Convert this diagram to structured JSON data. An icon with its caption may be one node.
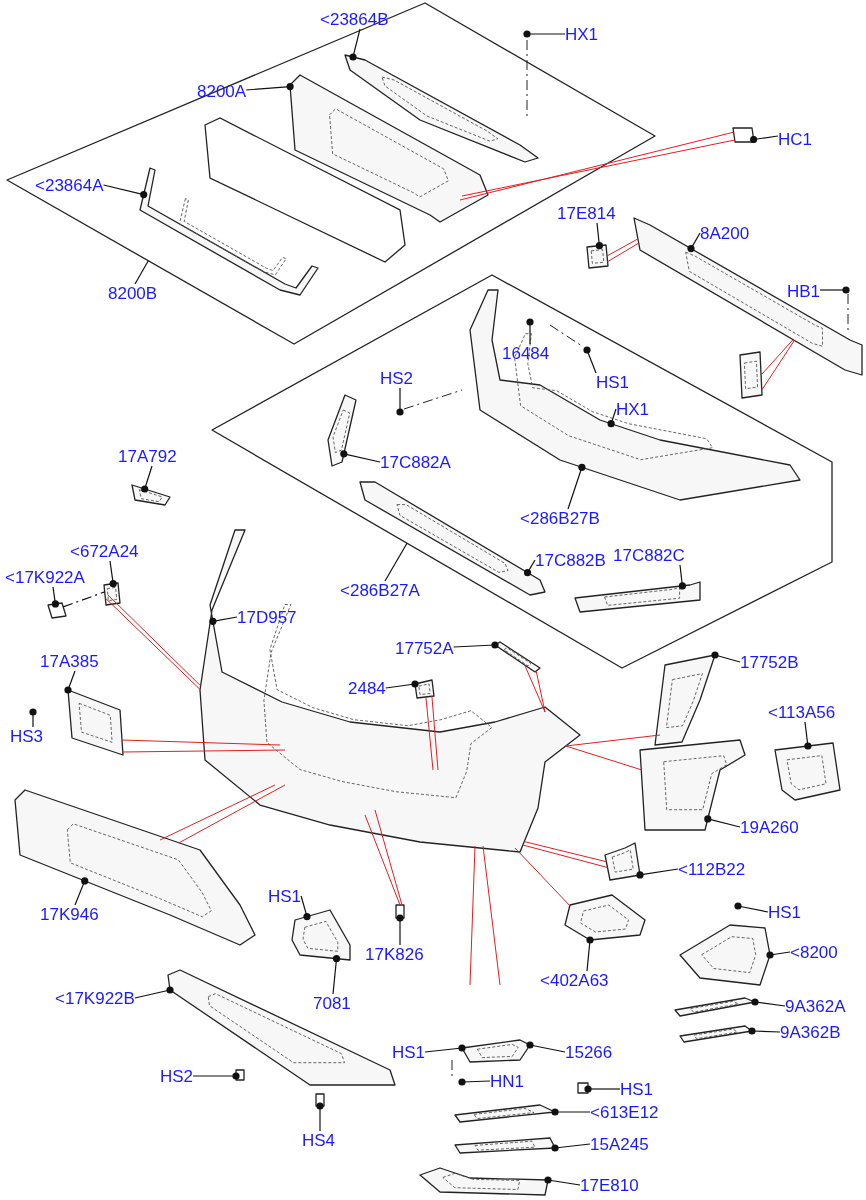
{
  "diagram": {
    "nodes": [
      {
        "text": [],
        "shape": "box"
      },
      {
        "text": [
          "<23864B"
        ]
      },
      {
        "text": [
          "HX1"
        ]
      },
      {
        "text": [
          "8200A"
        ],
        "in": 0
      },
      {
        "text": [
          "HC1"
        ]
      },
      {
        "text": [
          "<23864A"
        ],
        "in": 0
      },
      {
        "text": [
          "8200B"
        ]
      },
      {
        "text": [
          "17E814"
        ]
      },
      {
        "text": [
          "8A200"
        ]
      },
      {
        "text": [
          "HB1"
        ]
      },
      {
        "text": [],
        "shape": "box"
      },
      {
        "text": [
          "16484"
        ],
        "in": 10
      },
      {
        "text": [
          "HS1"
        ],
        "in": 10
      },
      {
        "text": [
          "HS2"
        ],
        "in": 10
      },
      {
        "text": [
          "HX1"
        ],
        "in": 10
      },
      {
        "text": [
          "17C882A"
        ],
        "in": 10
      },
      {
        "text": [
          "<286B27B"
        ],
        "in": 10
      },
      {
        "text": [
          "<286B27A"
        ]
      },
      {
        "text": [
          "17C882B"
        ],
        "in": 10
      },
      {
        "text": [
          "17C882C"
        ],
        "in": 10
      },
      {
        "text": [
          "17A792"
        ]
      },
      {
        "text": [
          "<672A24"
        ]
      },
      {
        "text": [
          "<17K922A"
        ]
      },
      {
        "text": [
          "17D957"
        ]
      },
      {
        "text": [
          "17752A"
        ]
      },
      {
        "text": [
          "17752B"
        ]
      },
      {
        "text": [
          "17A385"
        ]
      },
      {
        "text": [
          "2484"
        ]
      },
      {
        "text": [
          "HS3"
        ]
      },
      {
        "text": [
          "<113A56"
        ]
      },
      {
        "text": [
          "19A260"
        ]
      },
      {
        "text": [
          "<112B22"
        ]
      },
      {
        "text": [
          "17K946"
        ]
      },
      {
        "text": [
          "HS1"
        ]
      },
      {
        "text": [
          "17K826"
        ]
      },
      {
        "text": [
          "HS1"
        ]
      },
      {
        "text": [
          "<8200"
        ]
      },
      {
        "text": [
          "<402A63"
        ]
      },
      {
        "text": [
          "7081"
        ]
      },
      {
        "text": [
          "9A362A"
        ]
      },
      {
        "text": [
          "<17K922B"
        ]
      },
      {
        "text": [
          "9A362B"
        ]
      },
      {
        "text": [
          "HS1"
        ]
      },
      {
        "text": [
          "15266"
        ]
      },
      {
        "text": [
          "HS2"
        ]
      },
      {
        "text": [
          "HN1"
        ]
      },
      {
        "text": [
          "HS1"
        ]
      },
      {
        "text": [
          "<613E12"
        ]
      },
      {
        "text": [
          "15A245"
        ]
      },
      {
        "text": [
          "HS4"
        ]
      },
      {
        "text": [
          "17E810"
        ]
      },
      {
        "text": [],
        "shape": "picture",
        "in": 10
      },
      {
        "text": [],
        "shape": "box"
      },
      {
        "text": [],
        "shape": "box"
      },
      {
        "text": [],
        "shape": "picture"
      },
      {
        "text": [],
        "shape": "picture"
      },
      {
        "text": [],
        "shape": "picture"
      },
      {
        "text": [],
        "shape": "box"
      },
      {
        "text": [],
        "shape": "picture"
      },
      {
        "text": [],
        "shape": "picture",
        "in": 0
      },
      {
        "text": [],
        "shape": "picture",
        "in": 0
      },
      {
        "text": [],
        "shape": "picture",
        "in": 0
      },
      {
        "text": [],
        "shape": "picture"
      },
      {
        "text": [],
        "shape": "picture"
      },
      {
        "text": [],
        "shape": "picture"
      },
      {
        "text": [],
        "shape": "picture",
        "in": 10
      },
      {
        "text": [],
        "shape": "picture",
        "in": 10
      },
      {
        "text": [],
        "shape": "picture",
        "in": 10
      },
      {
        "text": [],
        "shape": "picture"
      },
      {
        "text": [],
        "shape": "picture"
      },
      {
        "text": [],
        "shape": "picture"
      },
      {
        "text": [],
        "shape": "picture"
      },
      {
        "text": [],
        "shape": "picture"
      },
      {
        "text": [],
        "shape": "picture"
      },
      {
        "text": [],
        "shape": "picture"
      },
      {
        "text": [],
        "shape": "picture"
      },
      {
        "text": [],
        "shape": "picture"
      },
      {
        "text": [],
        "shape": "picture"
      },
      {
        "text": [],
        "shape": "picture"
      },
      {
        "text": [],
        "shape": "picture"
      },
      {
        "text": [],
        "shape": "picture"
      },
      {
        "text": [],
        "shape": "picture"
      },
      {
        "text": [],
        "shape": "picture"
      },
      {
        "text": [],
        "shape": "picture"
      },
      {
        "text": [],
        "shape": "box"
      },
      {
        "text": [],
        "shape": "box"
      },
      {
        "text": [],
        "shape": "box"
      },
      {
        "text": [],
        "shape": "picture"
      }
    ],
    "edges": [
      {
        "from": 1,
        "to": 60,
        "arrow": "other"
      },
      {
        "from": 2,
        "to": null,
        "arrow": "other"
      },
      {
        "from": 3,
        "to": 59,
        "arrow": "other"
      },
      {
        "from": 4,
        "to": 52,
        "arrow": "other"
      },
      {
        "from": 5,
        "to": 61,
        "arrow": "other"
      },
      {
        "from": 6,
        "to": 0,
        "arrow": "none"
      },
      {
        "from": 7,
        "to": 63,
        "arrow": "other"
      },
      {
        "from": 8,
        "to": 62,
        "arrow": "other"
      },
      {
        "from": 9,
        "to": null,
        "arrow": "other"
      },
      {
        "from": 11,
        "to": null,
        "arrow": "other"
      },
      {
        "from": 12,
        "to": null,
        "arrow": "other"
      },
      {
        "from": 13,
        "to": null,
        "arrow": "other"
      },
      {
        "from": 14,
        "to": 51,
        "arrow": "other"
      },
      {
        "from": 15,
        "to": 65,
        "arrow": "other"
      },
      {
        "from": 16,
        "to": 51,
        "arrow": "other"
      },
      {
        "from": 17,
        "to": 10,
        "arrow": "none"
      },
      {
        "from": 18,
        "to": 66,
        "arrow": "other"
      },
      {
        "from": 19,
        "to": 67,
        "arrow": "other"
      },
      {
        "from": 20,
        "to": 68,
        "arrow": "other"
      },
      {
        "from": 21,
        "to": 69,
        "arrow": "other"
      },
      {
        "from": 22,
        "to": 53,
        "arrow": "other"
      },
      {
        "from": 23,
        "to": 70,
        "arrow": "other"
      },
      {
        "from": 24,
        "to": 87,
        "arrow": "other"
      },
      {
        "from": 25,
        "to": 73,
        "arrow": "other"
      },
      {
        "from": 26,
        "to": 71,
        "arrow": "other"
      },
      {
        "from": 27,
        "to": 72,
        "arrow": "other"
      },
      {
        "from": 28,
        "to": null,
        "arrow": "other"
      },
      {
        "from": 29,
        "to": 75,
        "arrow": "other"
      },
      {
        "from": 30,
        "to": 74,
        "arrow": "other"
      },
      {
        "from": 31,
        "to": 77,
        "arrow": "other"
      },
      {
        "from": 32,
        "to": 76,
        "arrow": "other"
      },
      {
        "from": 33,
        "to": 54,
        "arrow": "other"
      },
      {
        "from": 34,
        "to": 84,
        "arrow": "other"
      },
      {
        "from": 35,
        "to": null,
        "arrow": "other"
      },
      {
        "from": 36,
        "to": 79,
        "arrow": "other"
      },
      {
        "from": 37,
        "to": 78,
        "arrow": "other"
      },
      {
        "from": 38,
        "to": 54,
        "arrow": "other"
      },
      {
        "from": 39,
        "to": 55,
        "arrow": "other"
      },
      {
        "from": 40,
        "to": 80,
        "arrow": "other"
      },
      {
        "from": 41,
        "to": 81,
        "arrow": "other"
      },
      {
        "from": 42,
        "to": 56,
        "arrow": "other"
      },
      {
        "from": 43,
        "to": 56,
        "arrow": "other"
      },
      {
        "from": 44,
        "to": 86,
        "arrow": "other"
      },
      {
        "from": 45,
        "to": null,
        "arrow": "other"
      },
      {
        "from": 46,
        "to": 57,
        "arrow": "other"
      },
      {
        "from": 47,
        "to": 58,
        "arrow": "other"
      },
      {
        "from": 48,
        "to": 82,
        "arrow": "other"
      },
      {
        "from": 49,
        "to": 85,
        "arrow": "other"
      },
      {
        "from": 50,
        "to": 83,
        "arrow": "other"
      },
      {
        "from": 52,
        "to": 59,
        "arrow": "none",
        "color": "#e02020"
      },
      {
        "from": 52,
        "to": 59,
        "arrow": "none",
        "color": "#e02020"
      },
      {
        "from": 63,
        "to": 62,
        "arrow": "none",
        "color": "#e02020"
      },
      {
        "from": 63,
        "to": 62,
        "arrow": "none",
        "color": "#e02020"
      },
      {
        "from": 64,
        "to": 62,
        "arrow": "none",
        "color": "#e02020"
      },
      {
        "from": 64,
        "to": 62,
        "arrow": "none",
        "color": "#e02020"
      },
      {
        "from": 71,
        "to": 70,
        "arrow": "none",
        "color": "#e02020"
      },
      {
        "from": 71,
        "to": 70,
        "arrow": "none",
        "color": "#e02020"
      },
      {
        "from": 69,
        "to": 70,
        "arrow": "none",
        "color": "#e02020"
      },
      {
        "from": 69,
        "to": 70,
        "arrow": "none",
        "color": "#e02020"
      },
      {
        "from": 76,
        "to": 70,
        "arrow": "none",
        "color": "#e02020"
      },
      {
        "from": 76,
        "to": 70,
        "arrow": "none",
        "color": "#e02020"
      },
      {
        "from": 84,
        "to": 70,
        "arrow": "none",
        "color": "#e02020"
      },
      {
        "from": 84,
        "to": 70,
        "arrow": "none",
        "color": "#e02020"
      },
      {
        "from": 72,
        "to": 70,
        "arrow": "none",
        "color": "#e02020"
      },
      {
        "from": 72,
        "to": 70,
        "arrow": "none",
        "color": "#e02020"
      },
      {
        "from": 87,
        "to": 70,
        "arrow": "none",
        "color": "#e02020"
      },
      {
        "from": 87,
        "to": 70,
        "arrow": "none",
        "color": "#e02020"
      },
      {
        "from": 70,
        "to": 73,
        "arrow": "none",
        "color": "#e02020"
      },
      {
        "from": 70,
        "to": 74,
        "arrow": "none",
        "color": "#e02020"
      },
      {
        "from": 77,
        "to": 70,
        "arrow": "none",
        "color": "#e02020"
      },
      {
        "from": 77,
        "to": 70,
        "arrow": "none",
        "color": "#e02020"
      },
      {
        "from": 78,
        "to": 70,
        "arrow": "none",
        "color": "#e02020"
      },
      {
        "from": 70,
        "to": null,
        "arrow": "none",
        "color": "#e02020"
      },
      {
        "from": 70,
        "to": null,
        "arrow": "none",
        "color": "#e02020"
      },
      {
        "from": 53,
        "to": 69,
        "arrow": "none",
        "style": "dashed"
      }
    ]
  }
}
